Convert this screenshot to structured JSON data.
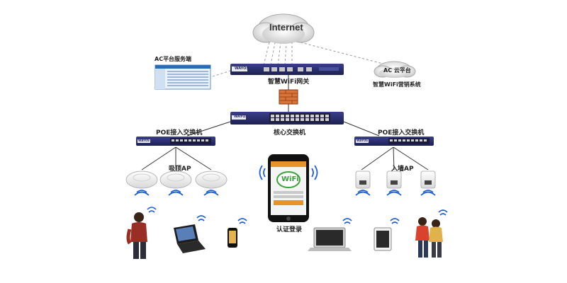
{
  "internet_label": "Internet",
  "ac_cloud_label": "AC 云平台",
  "ac_platform_label": "AC平台服务端",
  "gateway_label": "智慧WiFi网关",
  "marketing_label": "智慧WiFi营销系统",
  "core_switch_label": "核心交换机",
  "poe_left_label": "POE接入交换机",
  "poe_right_label": "POE接入交换机",
  "ceiling_ap_label": "吸顶AP",
  "wall_ap_label": "入墙AP",
  "auth_label": "认证登录",
  "brand_text": "WAYOS",
  "phone_wifi_text": "WiFi",
  "colors": {
    "device_body": "#2b2f6e",
    "device_panel": "#1a1c3a",
    "wifi_signal": "#1e5fd6",
    "dash_line": "#999999",
    "link_line": "#333333",
    "firewall": "#d9733a"
  }
}
